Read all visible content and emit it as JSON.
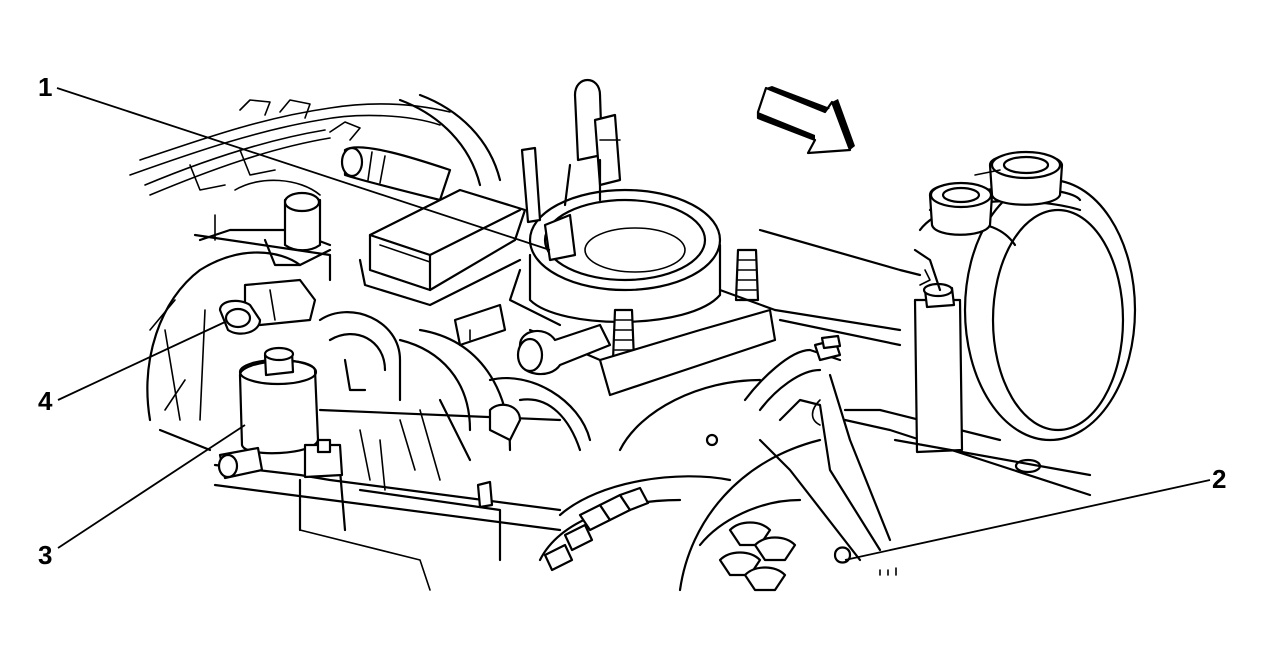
{
  "diagram": {
    "callouts": [
      {
        "id": "1",
        "label": "1"
      },
      {
        "id": "2",
        "label": "2"
      },
      {
        "id": "3",
        "label": "3"
      },
      {
        "id": "4",
        "label": "4"
      }
    ],
    "direction_arrow_icon": "forward-arrow-icon",
    "colors": {
      "stroke": "#000000",
      "background": "#ffffff"
    }
  }
}
